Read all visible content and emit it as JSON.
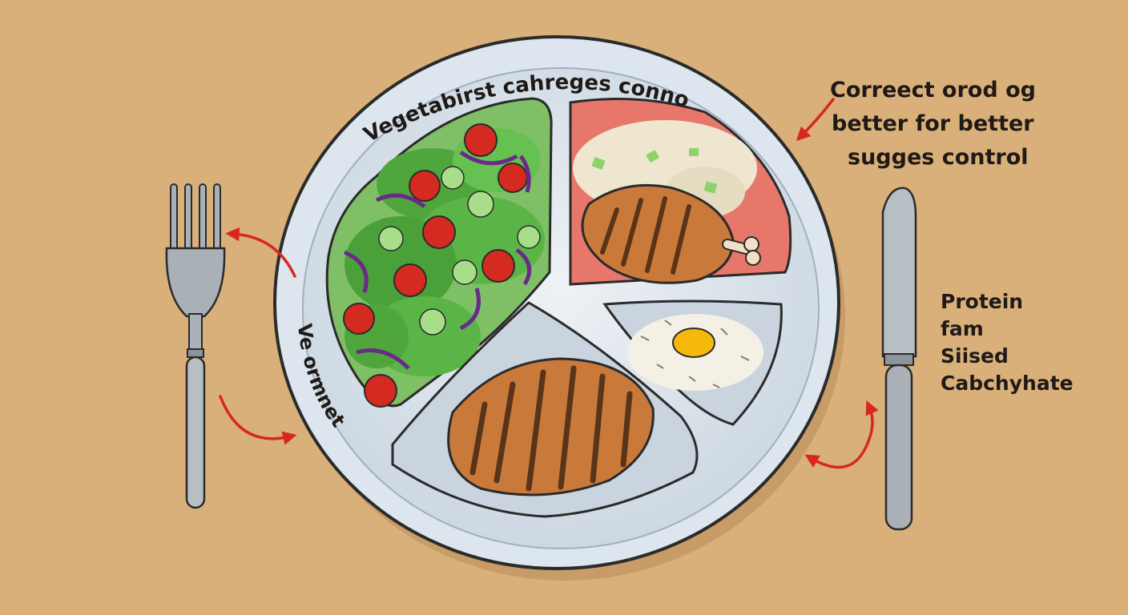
{
  "plate_arc_label": "Vegetabirst cahreges conno",
  "plate_side_label": "Ve ormnet",
  "callout_top": [
    "Correect orod og",
    "better for better",
    "sugges control"
  ],
  "callout_right": [
    "Protein",
    "fam",
    "Siised",
    "Cabchyhate"
  ],
  "colors": {
    "background": "#d9b07a",
    "plate_rim": "#dde6ee",
    "vegetable_section": "#7fc066",
    "protein_section": "#e8776b",
    "carb_section": "#c9d4de",
    "arrow": "#d8281c"
  },
  "icons": [
    "fork-icon",
    "knife-icon"
  ]
}
